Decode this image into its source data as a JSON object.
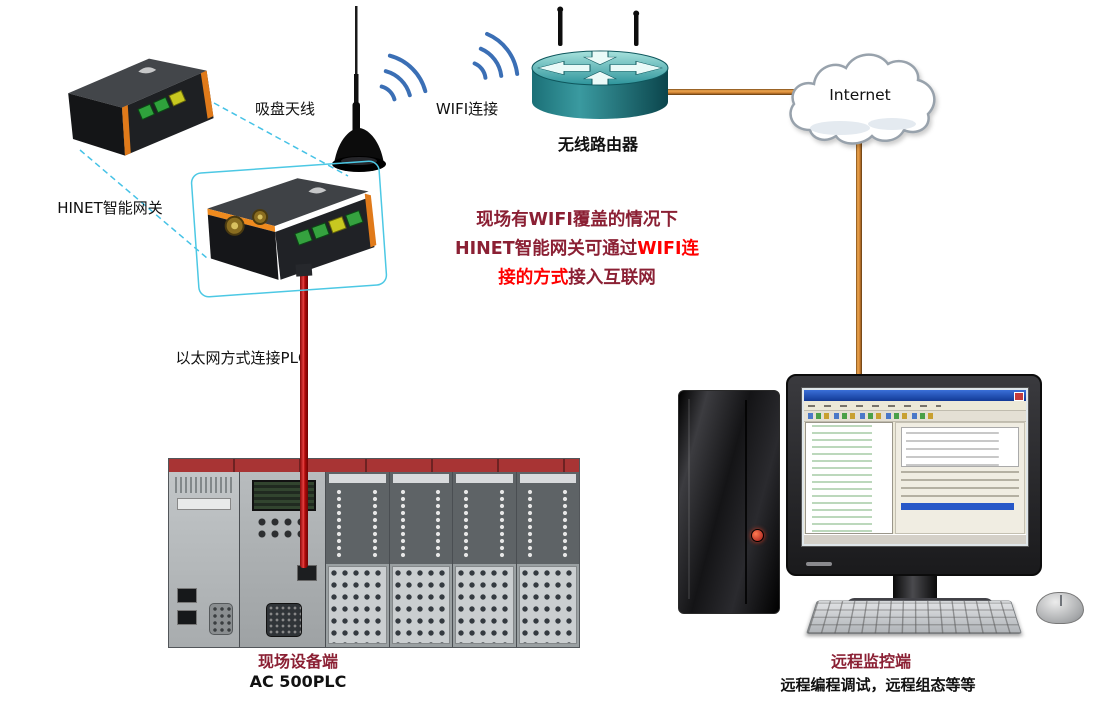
{
  "colors": {
    "maroon": "#8b2034",
    "red": "#ff0000",
    "wifi_blue": "#3b6fb5",
    "cable_orange": "#c87c2e",
    "cable_red": "#c01212",
    "callout_cyan": "#45c2e6",
    "router_teal": "#2e8f96"
  },
  "labels": {
    "gateway": "HINET智能网关",
    "antenna": "吸盘天线",
    "wifi_link": "WIFI连接",
    "router": "无线路由器",
    "internet": "Internet",
    "ethernet_link": "以太网方式连接PLC",
    "field_title": "现场设备端",
    "field_subtitle": "AC 500PLC",
    "remote_title": "远程监控端",
    "remote_subtitle": "远程编程调试，远程组态等等"
  },
  "note": {
    "line1": "现场有WIFI覆盖的情况下",
    "line2_dark": "HINET智能网关可通过",
    "line2_red": "WIFI连",
    "line3_red": "接的方式",
    "line3_dark": "接入互联网"
  }
}
